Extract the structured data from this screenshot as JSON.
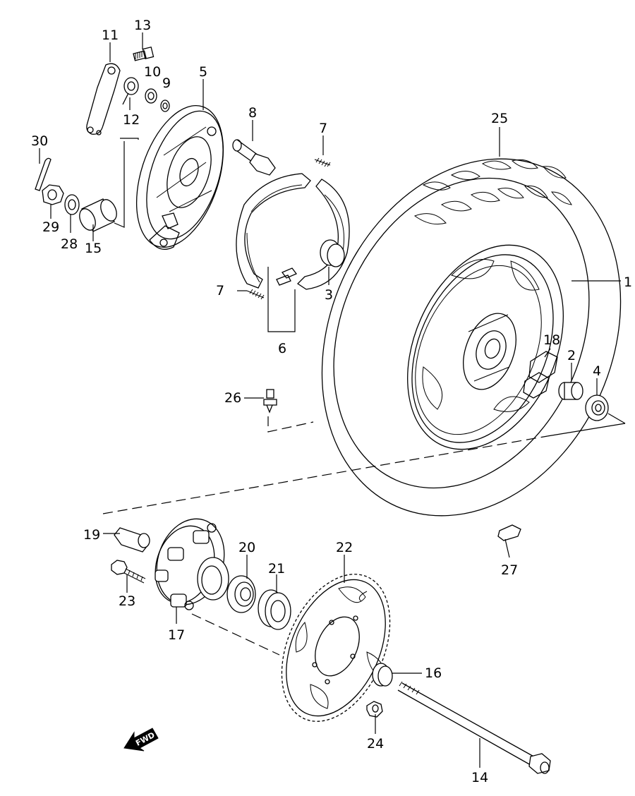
{
  "diagram": {
    "callouts": [
      {
        "id": "c1",
        "label": "1"
      },
      {
        "id": "c2",
        "label": "2"
      },
      {
        "id": "c3",
        "label": "3"
      },
      {
        "id": "c4",
        "label": "4"
      },
      {
        "id": "c5",
        "label": "5"
      },
      {
        "id": "c6",
        "label": "6"
      },
      {
        "id": "c7a",
        "label": "7"
      },
      {
        "id": "c7b",
        "label": "7"
      },
      {
        "id": "c8",
        "label": "8"
      },
      {
        "id": "c9",
        "label": "9"
      },
      {
        "id": "c10",
        "label": "10"
      },
      {
        "id": "c11",
        "label": "11"
      },
      {
        "id": "c12",
        "label": "12"
      },
      {
        "id": "c13",
        "label": "13"
      },
      {
        "id": "c14",
        "label": "14"
      },
      {
        "id": "c15",
        "label": "15"
      },
      {
        "id": "c16",
        "label": "16"
      },
      {
        "id": "c17",
        "label": "17"
      },
      {
        "id": "c18",
        "label": "18"
      },
      {
        "id": "c19",
        "label": "19"
      },
      {
        "id": "c20",
        "label": "20"
      },
      {
        "id": "c21",
        "label": "21"
      },
      {
        "id": "c22",
        "label": "22"
      },
      {
        "id": "c23",
        "label": "23"
      },
      {
        "id": "c24",
        "label": "24"
      },
      {
        "id": "c25",
        "label": "25"
      },
      {
        "id": "c26",
        "label": "26"
      },
      {
        "id": "c27",
        "label": "27"
      },
      {
        "id": "c28",
        "label": "28"
      },
      {
        "id": "c29",
        "label": "29"
      },
      {
        "id": "c30",
        "label": "30"
      }
    ],
    "fwd_label": "FWD"
  }
}
